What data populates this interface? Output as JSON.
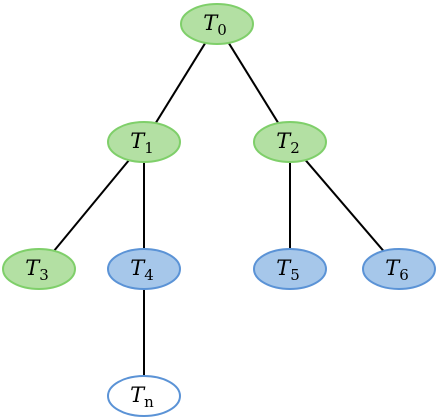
{
  "nodes": [
    {
      "id": "T0",
      "letter": "T",
      "sub": "0",
      "state": "green"
    },
    {
      "id": "T1",
      "letter": "T",
      "sub": "1",
      "state": "green"
    },
    {
      "id": "T2",
      "letter": "T",
      "sub": "2",
      "state": "green"
    },
    {
      "id": "T3",
      "letter": "T",
      "sub": "3",
      "state": "green"
    },
    {
      "id": "T4",
      "letter": "T",
      "sub": "4",
      "state": "blue"
    },
    {
      "id": "T5",
      "letter": "T",
      "sub": "5",
      "state": "blue"
    },
    {
      "id": "T6",
      "letter": "T",
      "sub": "6",
      "state": "blue"
    },
    {
      "id": "Tn",
      "letter": "T",
      "sub": "n",
      "state": "white"
    }
  ],
  "edges": [
    [
      "T0",
      "T1"
    ],
    [
      "T0",
      "T2"
    ],
    [
      "T1",
      "T3"
    ],
    [
      "T1",
      "T4"
    ],
    [
      "T2",
      "T5"
    ],
    [
      "T2",
      "T6"
    ],
    [
      "T4",
      "Tn"
    ]
  ],
  "colors": {
    "green": {
      "fill": "#b3e0a3",
      "stroke": "#7fcf6a"
    },
    "blue": {
      "fill": "#a6c7ea",
      "stroke": "#5b93d6"
    },
    "white": {
      "fill": "#ffffff",
      "stroke": "#5b93d6"
    },
    "edge": "#000000"
  }
}
